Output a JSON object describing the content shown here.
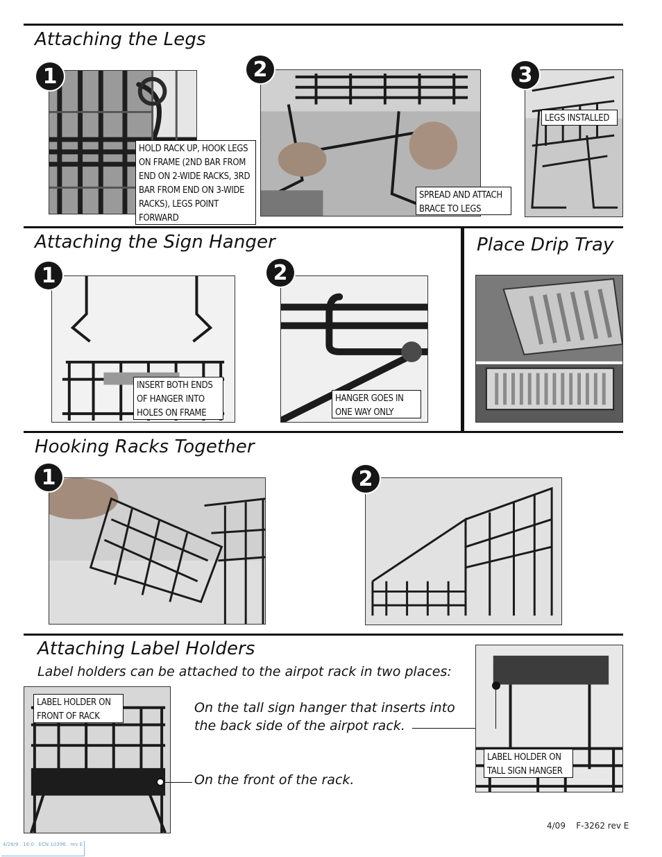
{
  "sections": {
    "legs": {
      "title": "Attaching the Legs",
      "steps": [
        "1",
        "2",
        "3"
      ],
      "callouts": {
        "step1": "HOLD RACK UP, HOOK LEGS ON FRAME (2nd BAR FROM END ON 2-WIDE RACKS, 3rd BAR FROM END ON 3-WIDE RACKS), LEGS POINT FORWARD",
        "step2": "SPREAD AND ATTACH BRACE TO LEGS",
        "step3": "LEGS INSTALLED"
      }
    },
    "sign_hanger": {
      "title": "Attaching the Sign Hanger",
      "steps": [
        "1",
        "2"
      ],
      "callouts": {
        "step1": "INSERT BOTH ENDS OF HANGER INTO HOLES ON FRAME",
        "step2": "HANGER GOES IN ONE WAY ONLY"
      }
    },
    "drip_tray": {
      "title": "Place Drip Tray"
    },
    "hooking": {
      "title": "Hooking Racks Together",
      "steps": [
        "1",
        "2"
      ]
    },
    "label_holders": {
      "title": "Attaching Label Holders",
      "subtitle": "Label holders can be attached to the airpot rack in two places:",
      "callouts": {
        "front": "LABEL HOLDER ON FRONT OF RACK",
        "tall": "LABEL HOLDER ON TALL SIGN HANGER"
      },
      "notes": {
        "tall_line1": "On the tall sign hanger that inserts into",
        "tall_line2": "the back side of the airpot rack.",
        "front": "On the front of the rack."
      }
    }
  },
  "footer": {
    "doc_id": "4/09    F-3262 rev E",
    "stamp": "4/28/9 . 16:0 . ECN 10396 . rev E"
  }
}
